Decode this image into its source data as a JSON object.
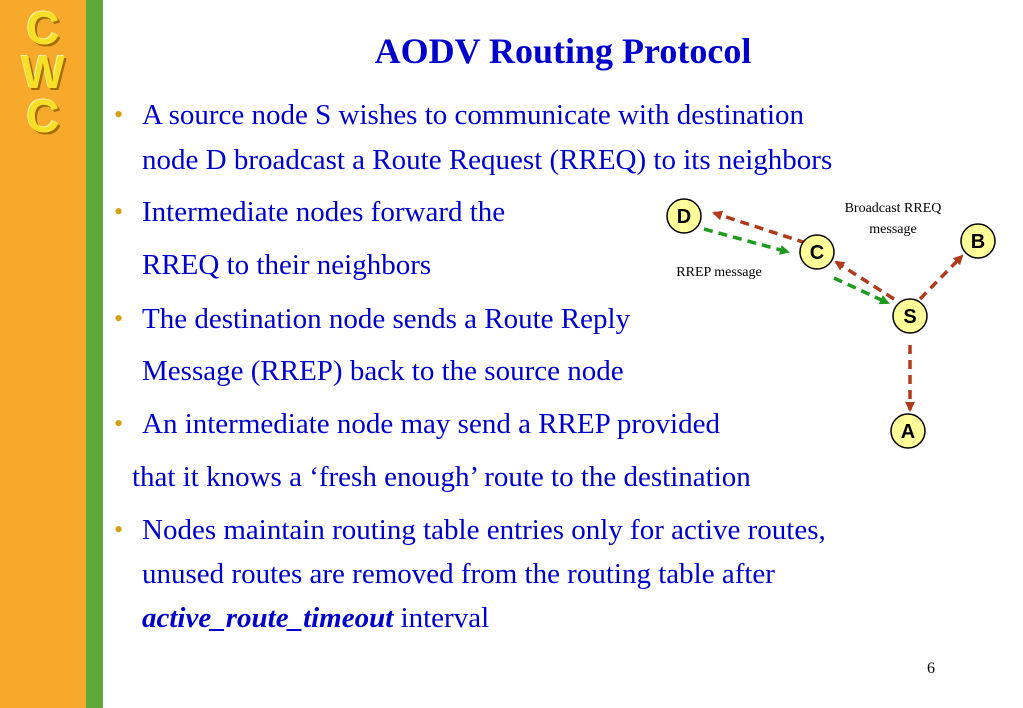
{
  "logo": {
    "letters": [
      "C",
      "W",
      "C"
    ]
  },
  "title": "AODV Routing Protocol",
  "bullets": [
    {
      "lines": [
        "A source node S wishes to communicate with destination",
        "node D broadcast a Route Request (RREQ) to its neighbors"
      ]
    },
    {
      "lines": [
        "Intermediate nodes forward the",
        "RREQ to their neighbors"
      ]
    },
    {
      "lines": [
        "The destination node sends a Route Reply",
        "Message (RREP) back to the source node"
      ]
    },
    {
      "lines": [
        "An intermediate node may send a RREP provided",
        "that it knows a ‘fresh enough’ route to the destination"
      ]
    },
    {
      "lines": [
        "Nodes maintain routing table entries only for active routes,",
        "unused routes are removed from the routing table after"
      ],
      "emphasis": "active_route_timeout",
      "tail": " interval"
    }
  ],
  "diagram": {
    "nodes": {
      "D": "D",
      "C": "C",
      "B": "B",
      "S": "S",
      "A": "A"
    },
    "broadcast_label_1": "Broadcast RREQ",
    "broadcast_label_2": "message",
    "rrep_label": "RREP message",
    "colors": {
      "node_fill": "#ffff99",
      "rreq_arrow": "#b03a1a",
      "rrep_arrow": "#1e9b1e"
    }
  },
  "page_number": "6"
}
